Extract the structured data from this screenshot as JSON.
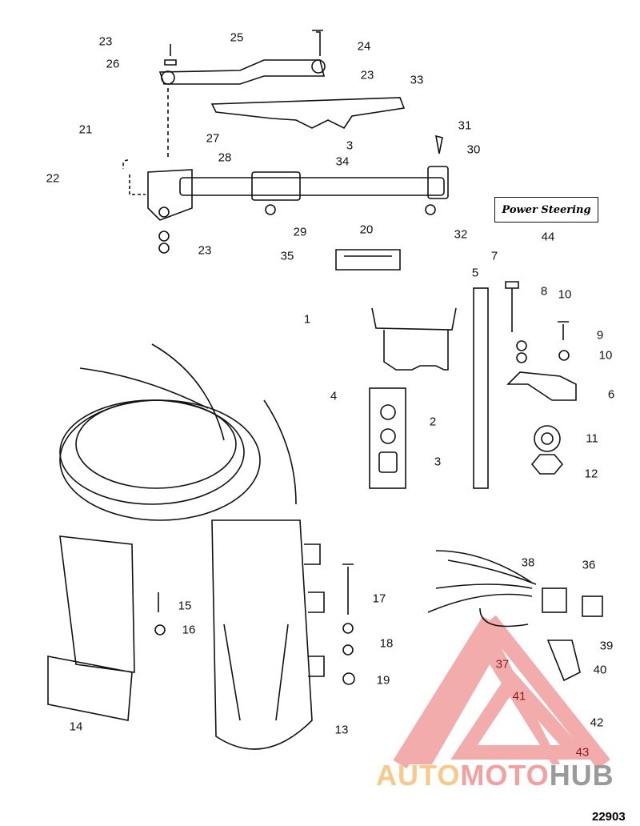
{
  "figure_number": "22903",
  "logo_plate_text": "Power Steering",
  "watermark": {
    "part1": "AUTO",
    "part2": "MOTO",
    "part3": "HUB"
  },
  "callouts": [
    "23",
    "26",
    "25",
    "24",
    "23",
    "33",
    "21",
    "27",
    "3",
    "31",
    "30",
    "28",
    "34",
    "22",
    "29",
    "20",
    "32",
    "44",
    "23",
    "35",
    "7",
    "5",
    "8",
    "10",
    "1",
    "9",
    "10",
    "6",
    "4",
    "2",
    "3",
    "11",
    "12",
    "38",
    "36",
    "15",
    "17",
    "16",
    "18",
    "39",
    "37",
    "40",
    "19",
    "41",
    "14",
    "13",
    "42",
    "43"
  ]
}
